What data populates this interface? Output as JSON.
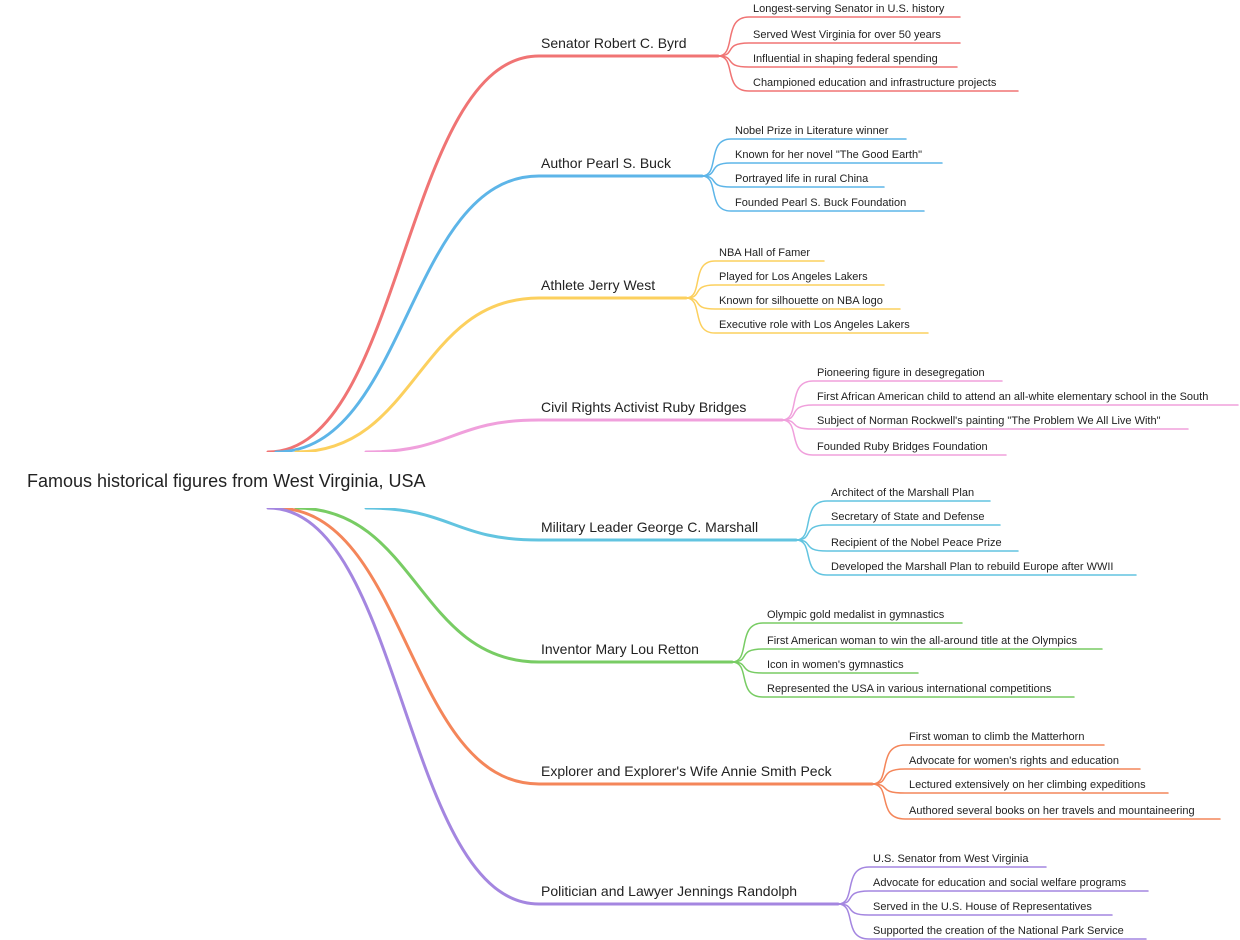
{
  "root": {
    "label": "Famous historical figures from West Virginia, USA"
  },
  "branches": [
    {
      "label": "Senator Robert C. Byrd",
      "color": "#f07474",
      "children": [
        "Longest-serving Senator in U.S. history",
        "Served West Virginia for over 50 years",
        "Influential in shaping federal spending",
        "Championed education and infrastructure projects"
      ]
    },
    {
      "label": "Author Pearl S. Buck",
      "color": "#5db5e8",
      "children": [
        "Nobel Prize in Literature winner",
        "Known for her novel \"The Good Earth\"",
        "Portrayed life in rural China",
        "Founded Pearl S. Buck Foundation"
      ]
    },
    {
      "label": "Athlete Jerry West",
      "color": "#fcd05e",
      "children": [
        "NBA Hall of Famer",
        "Played for Los Angeles Lakers",
        "Known for silhouette on NBA logo",
        "Executive role with Los Angeles Lakers"
      ]
    },
    {
      "label": "Civil Rights Activist Ruby Bridges",
      "color": "#f0a0dc",
      "children": [
        "Pioneering figure in desegregation",
        "First African American child to attend an all-white elementary school in the South",
        "Subject of Norman Rockwell's painting \"The Problem We All Live With\"",
        "Founded Ruby Bridges Foundation"
      ]
    },
    {
      "label": "Military Leader George C. Marshall",
      "color": "#62c4e0",
      "children": [
        "Architect of the Marshall Plan",
        "Secretary of State and Defense",
        "Recipient of the Nobel Peace Prize",
        "Developed the Marshall Plan to rebuild Europe after WWII"
      ]
    },
    {
      "label": "Inventor Mary Lou Retton",
      "color": "#78cc64",
      "children": [
        "Olympic gold medalist in gymnastics",
        "First American woman to win the all-around title at the Olympics",
        "Icon in women's gymnastics",
        "Represented the USA in various international competitions"
      ]
    },
    {
      "label": "Explorer and Explorer's Wife Annie Smith Peck",
      "color": "#f4865a",
      "children": [
        "First woman to climb the Matterhorn",
        "Advocate for women's rights and education",
        "Lectured extensively on her climbing expeditions",
        "Authored several books on her travels and mountaineering"
      ]
    },
    {
      "label": "Politician and Lawyer Jennings Randolph",
      "color": "#a486e0",
      "children": [
        "U.S. Senator from West Virginia",
        "Advocate for education and social welfare programs",
        "Served in the U.S. House of Representatives",
        "Supported the creation of the National Park Service"
      ]
    }
  ]
}
